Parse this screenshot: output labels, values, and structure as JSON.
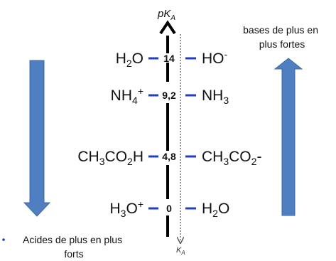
{
  "axis": {
    "top_label": {
      "main": "pK",
      "sub": "A"
    },
    "bottom_label": {
      "main": "K",
      "sub": "A"
    }
  },
  "levels": [
    {
      "value": "14",
      "acid": [
        [
          "H",
          "n"
        ],
        [
          "2",
          "sub"
        ],
        [
          "O",
          "n"
        ]
      ],
      "base": [
        [
          "HO",
          "n"
        ],
        [
          "-",
          "sup"
        ]
      ]
    },
    {
      "value": "9,2",
      "acid": [
        [
          "NH",
          "n"
        ],
        [
          "4",
          "sub"
        ],
        [
          "+",
          "sup"
        ]
      ],
      "base": [
        [
          "NH",
          "n"
        ],
        [
          "3",
          "sub"
        ]
      ]
    },
    {
      "value": "4,8",
      "acid": [
        [
          "CH",
          "n"
        ],
        [
          "3",
          "sub"
        ],
        [
          "CO",
          "n"
        ],
        [
          "2",
          "sub"
        ],
        [
          "H",
          "n"
        ]
      ],
      "base": [
        [
          "CH",
          "n"
        ],
        [
          "3",
          "sub"
        ],
        [
          "CO",
          "n"
        ],
        [
          "2",
          "sub"
        ],
        [
          "-",
          "n"
        ]
      ]
    },
    {
      "value": "0",
      "acid": [
        [
          "H",
          "n"
        ],
        [
          "3",
          "sub"
        ],
        [
          "O",
          "n"
        ],
        [
          "+",
          "sup"
        ]
      ],
      "base": [
        [
          "H",
          "n"
        ],
        [
          "2",
          "sub"
        ],
        [
          "O",
          "n"
        ]
      ]
    }
  ],
  "captions": {
    "bases": [
      "bases de plus en",
      "plus fortes"
    ],
    "acids": [
      "Acides de plus en plus",
      "forts"
    ]
  },
  "colors": {
    "tick": "#1f3fbf",
    "arrow_fill": "#4f7fc0",
    "arrow_stroke": "#3d6aa3",
    "axis": "#000000"
  }
}
